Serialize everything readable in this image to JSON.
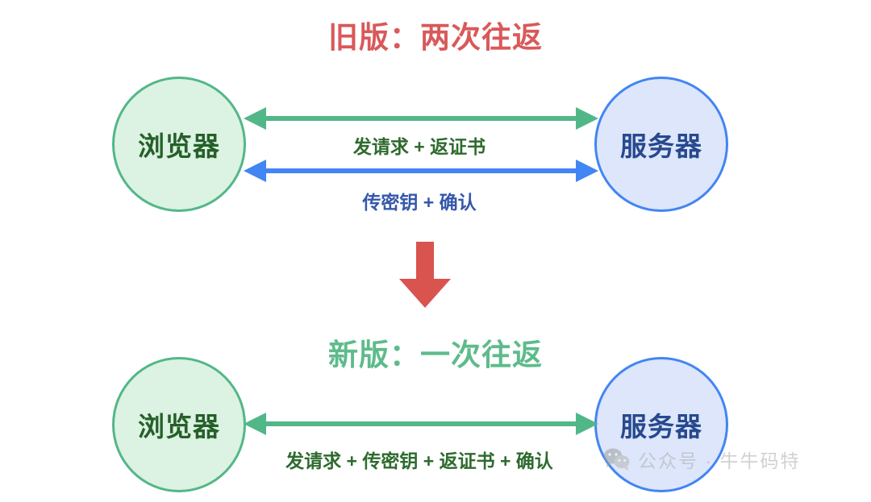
{
  "diagram": {
    "sections": {
      "old": {
        "title": "旧版：两次往返",
        "title_color": "#d9595a",
        "left_node": "浏览器",
        "right_node": "服务器",
        "edges": [
          {
            "label": "发请求 + 返证书",
            "color": "#2e6b2e",
            "line_color": "#52b788",
            "direction": "both"
          },
          {
            "label": "传密钥 + 确认",
            "color": "#3558ab",
            "line_color": "#4285f4",
            "direction": "both"
          }
        ]
      },
      "transition": {
        "icon": "down-arrow-icon",
        "color": "#d9534f"
      },
      "new": {
        "title": "新版：一次往返",
        "title_color": "#5ebb8b",
        "left_node": "浏览器",
        "right_node": "服务器",
        "edges": [
          {
            "label": "发请求 + 传密钥 + 返证书 + 确认",
            "color": "#2e6b2e",
            "line_color": "#52b788",
            "direction": "both"
          }
        ]
      }
    },
    "node_colors": {
      "browser_fill": "#dcf2e2",
      "browser_border": "#52b788",
      "browser_text": "#256029",
      "server_fill": "#dde6fa",
      "server_border": "#4285f4",
      "server_text": "#27498f"
    }
  },
  "watermark": {
    "icon": "wechat-icon",
    "text": "公众号 · 牛牛码特",
    "color": "#adadad"
  }
}
